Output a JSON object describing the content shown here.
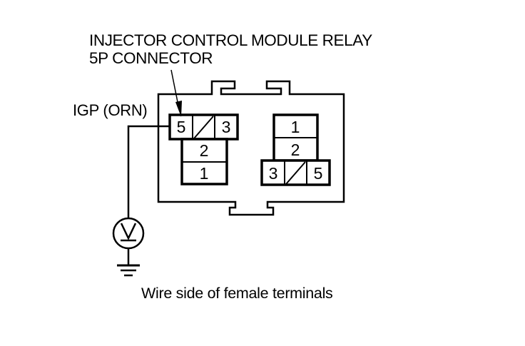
{
  "title": {
    "line1": "INJECTOR CONTROL MODULE RELAY",
    "line2": "5P CONNECTOR"
  },
  "wire_label": "IGP (ORN)",
  "caption": "Wire side of female terminals",
  "connectors": {
    "left": {
      "top_row": [
        "5",
        "/",
        "3"
      ],
      "stack": [
        "2",
        "1"
      ]
    },
    "right": {
      "stack": [
        "1",
        "2"
      ],
      "bottom_row": [
        "3",
        "/",
        "5"
      ]
    }
  },
  "meter": {
    "symbol": "V",
    "type": "voltmeter-icon"
  },
  "ground": {
    "type": "ground-icon"
  }
}
